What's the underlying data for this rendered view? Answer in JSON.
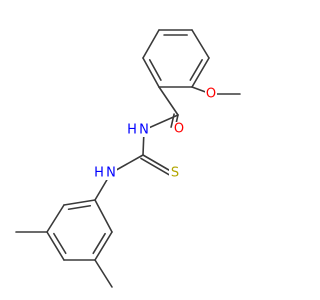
{
  "molecule": {
    "colors": {
      "bond": "#3a3a3a",
      "oxygen": "#ff0000",
      "nitrogen": "#0000ff",
      "sulfur": "#b2a600"
    },
    "atoms": [
      {
        "id": "o_carbonyl",
        "label": "O",
        "color_key": "oxygen"
      },
      {
        "id": "o_methoxy",
        "label": "O",
        "color_key": "oxygen"
      },
      {
        "id": "n_amide",
        "label": "N",
        "color_key": "nitrogen"
      },
      {
        "id": "h_amide",
        "label": "H",
        "color_key": "nitrogen"
      },
      {
        "id": "n_aryl",
        "label": "N",
        "color_key": "nitrogen"
      },
      {
        "id": "h_aryl",
        "label": "H",
        "color_key": "nitrogen"
      },
      {
        "id": "s_thio",
        "label": "S",
        "color_key": "sulfur"
      }
    ]
  }
}
